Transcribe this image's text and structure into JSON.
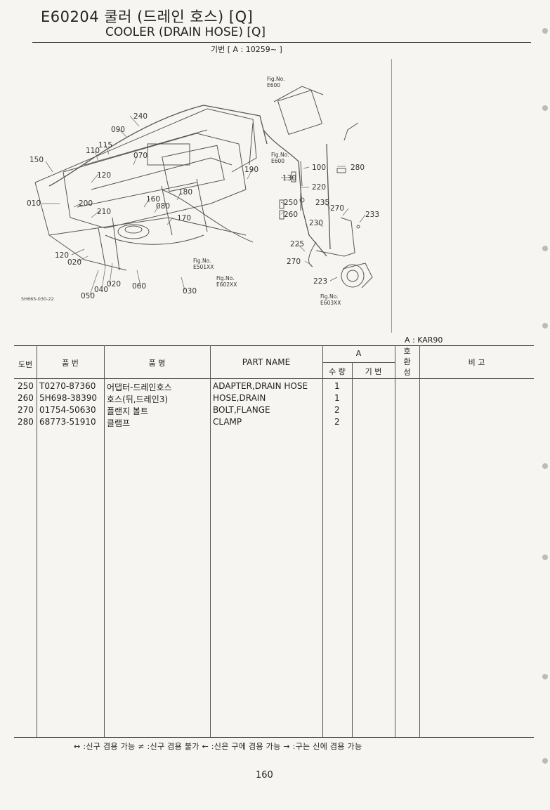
{
  "header": {
    "title_line1": "E60204 쿨러 (드레인 호스) [Q]",
    "title_line2": "COOLER (DRAIN HOSE) [Q]",
    "serial": "기번 [ A : 10259~ ]"
  },
  "diagram": {
    "code": "5H665-030-22",
    "figure_refs": [
      "Fig.No.\nE600",
      "Fig.No.\nE600",
      "Fig.No.\nE501XX",
      "Fig.No.\nE602XX",
      "Fig.No.\nE603XX"
    ],
    "callouts": [
      "240",
      "090",
      "115",
      "110",
      "070",
      "150",
      "120",
      "190",
      "100",
      "280",
      "130",
      "220",
      "180",
      "160",
      "010",
      "200",
      "210",
      "080",
      "250",
      "260",
      "235",
      "270",
      "233",
      "170",
      "230",
      "225",
      "120",
      "020",
      "270",
      "223",
      "020",
      "040",
      "060",
      "030",
      "050"
    ]
  },
  "applicability_note": "A : KAR90",
  "table": {
    "headers": {
      "ref_no": "도번",
      "part_no": "품  번",
      "part_name_kr": "품       명",
      "part_name_en": "PART  NAME",
      "group_a": "A",
      "qty": "수 량",
      "serial_no": "기 번",
      "interchange": "호\n환\n성",
      "remarks": "비       고"
    },
    "rows": [
      {
        "ref": "250",
        "part_no": "T0270-87360",
        "name_kr": "어댑터-드레인호스",
        "name_en": "ADAPTER,DRAIN HOSE",
        "qty": "1"
      },
      {
        "ref": "260",
        "part_no": "5H698-38390",
        "name_kr": "호스(뒤,드레인3)",
        "name_en": "HOSE,DRAIN",
        "qty": "1"
      },
      {
        "ref": "270",
        "part_no": "01754-50630",
        "name_kr": "플랜지 볼트",
        "name_en": "BOLT,FLANGE",
        "qty": "2"
      },
      {
        "ref": "280",
        "part_no": "68773-51910",
        "name_kr": "클램프",
        "name_en": "CLAMP",
        "qty": "2"
      }
    ]
  },
  "legend": "↔ :신구 겸용 가능    ≠ :신구 겸용 불가    ← :신은 구에 겸용 가능    → :구는 신에 겸용 가능",
  "page_number": "160"
}
